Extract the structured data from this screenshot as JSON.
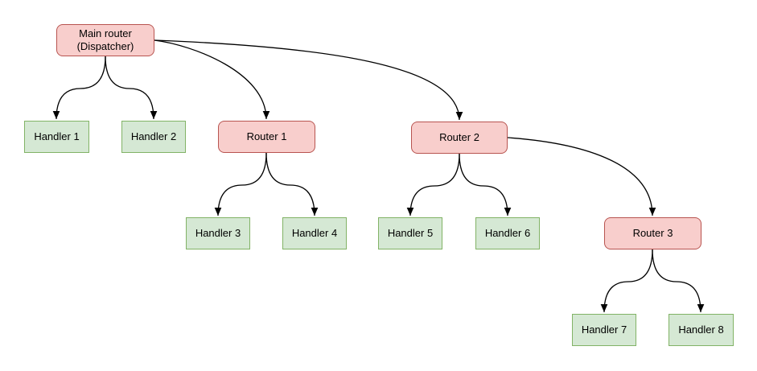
{
  "colors": {
    "background": "#ffffff",
    "text": "#000000",
    "edge": "#000000",
    "router_fill": "#f8cecc",
    "router_stroke": "#b85450",
    "handler_fill": "#d5e8d4",
    "handler_stroke": "#82b366"
  },
  "nodes": [
    {
      "id": "main-router",
      "type": "router",
      "label": "Main router\n(Dispatcher)"
    },
    {
      "id": "handler-1",
      "type": "handler",
      "label": "Handler 1"
    },
    {
      "id": "handler-2",
      "type": "handler",
      "label": "Handler 2"
    },
    {
      "id": "router-1",
      "type": "router",
      "label": "Router 1"
    },
    {
      "id": "router-2",
      "type": "router",
      "label": "Router 2"
    },
    {
      "id": "handler-3",
      "type": "handler",
      "label": "Handler 3"
    },
    {
      "id": "handler-4",
      "type": "handler",
      "label": "Handler 4"
    },
    {
      "id": "handler-5",
      "type": "handler",
      "label": "Handler 5"
    },
    {
      "id": "handler-6",
      "type": "handler",
      "label": "Handler 6"
    },
    {
      "id": "router-3",
      "type": "router",
      "label": "Router 3"
    },
    {
      "id": "handler-7",
      "type": "handler",
      "label": "Handler 7"
    },
    {
      "id": "handler-8",
      "type": "handler",
      "label": "Handler 8"
    }
  ],
  "edges": [
    {
      "from": "main-router",
      "to": "handler-1"
    },
    {
      "from": "main-router",
      "to": "handler-2"
    },
    {
      "from": "main-router",
      "to": "router-1"
    },
    {
      "from": "main-router",
      "to": "router-2"
    },
    {
      "from": "router-1",
      "to": "handler-3"
    },
    {
      "from": "router-1",
      "to": "handler-4"
    },
    {
      "from": "router-2",
      "to": "handler-5"
    },
    {
      "from": "router-2",
      "to": "handler-6"
    },
    {
      "from": "router-2",
      "to": "router-3"
    },
    {
      "from": "router-3",
      "to": "handler-7"
    },
    {
      "from": "router-3",
      "to": "handler-8"
    }
  ]
}
